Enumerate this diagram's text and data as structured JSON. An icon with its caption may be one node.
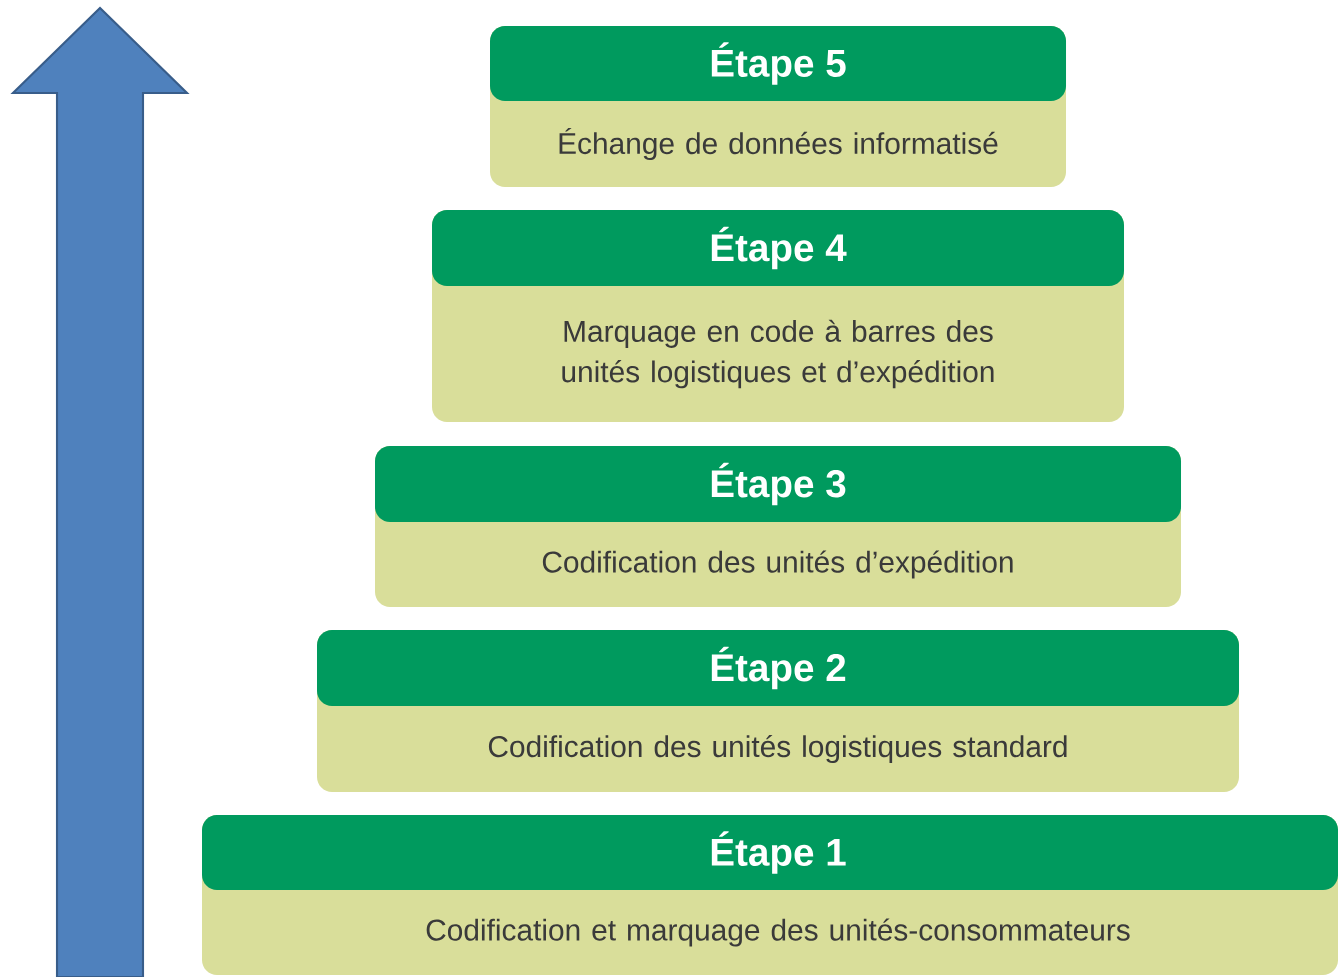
{
  "diagram": {
    "nodes": [
      {
        "text": [
          "Étape 5",
          "Échange de données informatisé"
        ]
      },
      {
        "text": [
          "Étape 4",
          "Marquage en code à barres des unités logistiques et d’expédition"
        ]
      },
      {
        "text": [
          "Étape 3",
          "Codification des unités d’expédition"
        ]
      },
      {
        "text": [
          "Étape 2",
          "Codification des unités logistiques standard"
        ]
      },
      {
        "text": [
          "Étape 1",
          "Codification et marquage des unités-consommateurs"
        ]
      }
    ]
  }
}
